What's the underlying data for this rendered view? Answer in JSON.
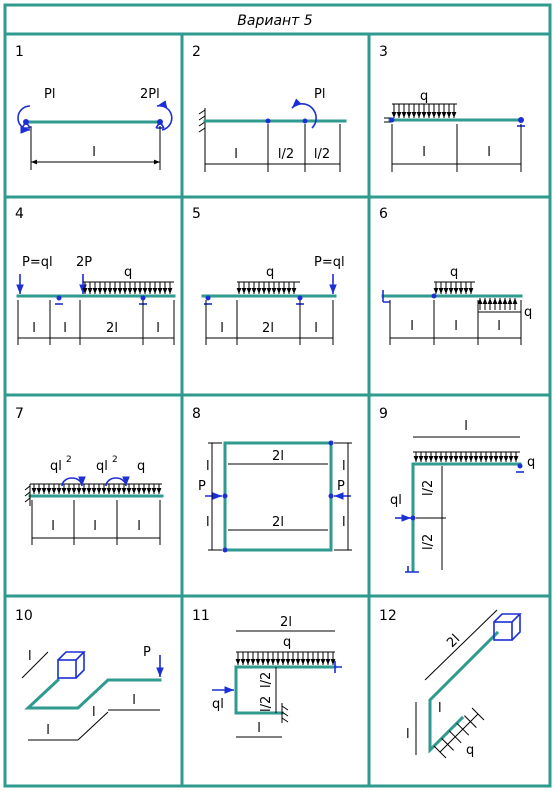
{
  "title": "Вариант  5",
  "panels": [
    {
      "number": "1",
      "labels": {
        "m1": "Pl",
        "m2": "2Pl",
        "d1": "l"
      }
    },
    {
      "number": "2",
      "labels": {
        "m1": "Pl",
        "d1": "l",
        "d2": "l/2",
        "d3": "l/2"
      }
    },
    {
      "number": "3",
      "labels": {
        "q": "q",
        "d1": "l",
        "d2": "l"
      }
    },
    {
      "number": "4",
      "labels": {
        "p1": "P=ql",
        "p2": "2P",
        "q": "q",
        "d1": "l",
        "d2": "l",
        "d3": "2l",
        "d4": "l"
      }
    },
    {
      "number": "5",
      "labels": {
        "q": "q",
        "p1": "P=ql",
        "d1": "l",
        "d2": "2l",
        "d3": "l"
      }
    },
    {
      "number": "6",
      "labels": {
        "q1": "q",
        "q2": "q",
        "d1": "l",
        "d2": "l",
        "d3": "l"
      }
    },
    {
      "number": "7",
      "labels": {
        "m1": "ql",
        "m1e": "2",
        "m2": "ql",
        "m2e": "2",
        "q": "q",
        "d1": "l",
        "d2": "l",
        "d3": "l"
      }
    },
    {
      "number": "8",
      "labels": {
        "top": "2l",
        "bottom": "2l",
        "p1": "P",
        "p2": "P",
        "l1": "l",
        "l2": "l",
        "r1": "l",
        "r2": "l"
      }
    },
    {
      "number": "9",
      "labels": {
        "top": "l",
        "q": "q",
        "ql": "ql",
        "v1": "l/2",
        "v2": "l/2"
      }
    },
    {
      "number": "10",
      "labels": {
        "p": "P",
        "d1": "l",
        "d2": "l",
        "d3": "l",
        "d4": "l"
      }
    },
    {
      "number": "11",
      "labels": {
        "top": "2l",
        "q": "q",
        "ql": "ql",
        "v1": "l/2",
        "v2": "l/2",
        "bottom": "l"
      }
    },
    {
      "number": "12",
      "labels": {
        "d1": "2l",
        "d2": "l",
        "d3": "l",
        "q": "q"
      }
    }
  ],
  "colors": {
    "frame": "#2f9a8e",
    "load": "#1b2fd6",
    "line": "#000000"
  }
}
